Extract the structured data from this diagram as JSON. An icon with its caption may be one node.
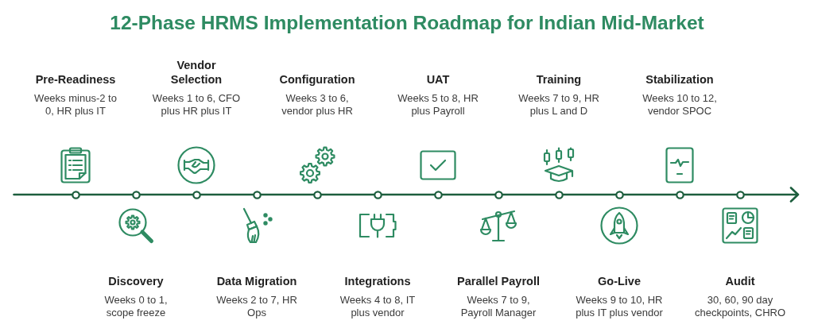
{
  "diagram": {
    "title": "12-Phase HRMS Implementation Roadmap for Indian Mid-Market",
    "nodes": [
      {
        "text": [
          "Pre-Readiness",
          "Weeks minus-2 to 0, HR plus IT"
        ]
      },
      {
        "text": [
          "Discovery",
          "Weeks 0 to 1, scope freeze"
        ]
      },
      {
        "text": [
          "Vendor Selection",
          "Weeks 1 to 6, CFO plus HR plus IT"
        ]
      },
      {
        "text": [
          "Data Migration",
          "Weeks 2 to 7, HR Ops"
        ]
      },
      {
        "text": [
          "Configuration",
          "Weeks 3 to 6, vendor plus HR"
        ]
      },
      {
        "text": [
          "Integrations",
          "Weeks 4 to 8, IT plus vendor"
        ]
      },
      {
        "text": [
          "UAT",
          "Weeks 5 to 8, HR plus Payroll"
        ]
      },
      {
        "text": [
          "Parallel Payroll",
          "Weeks 7 to 9, Payroll Manager"
        ]
      },
      {
        "text": [
          "Training",
          "Weeks 7 to 9, HR plus L and D"
        ]
      },
      {
        "text": [
          "Go-Live",
          "Weeks 9 to 10, HR plus IT plus vendor"
        ]
      },
      {
        "text": [
          "Stabilization",
          "Weeks 10 to 12, vendor SPOC"
        ]
      },
      {
        "text": [
          "Audit",
          "30, 60, 90 day checkpoints, CHRO"
        ]
      }
    ]
  }
}
